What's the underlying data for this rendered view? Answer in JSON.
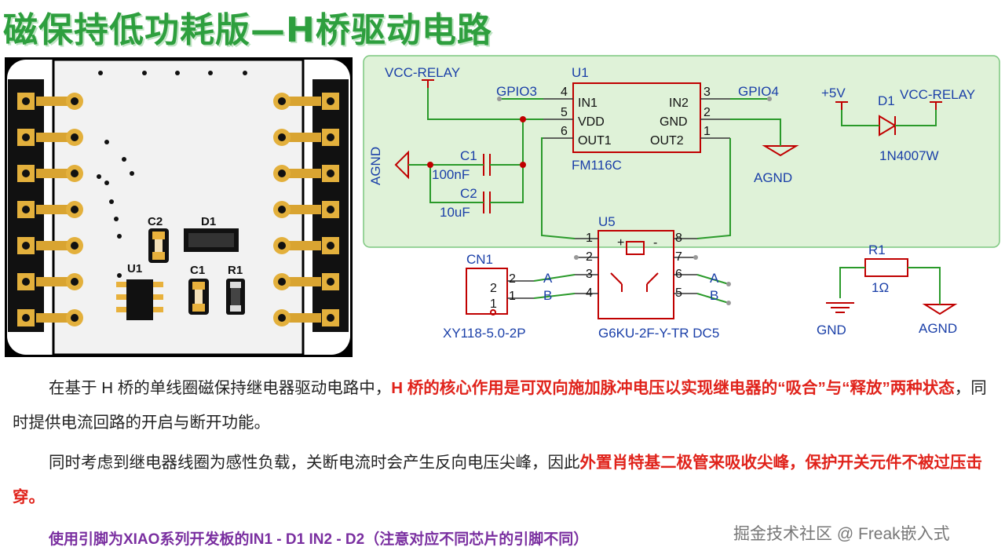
{
  "title": "磁保持低功耗版—H桥驱动电路",
  "pcb": {
    "labels": {
      "c2": "C2",
      "d1": "D1",
      "u1": "U1",
      "c1": "C1",
      "r1": "R1"
    }
  },
  "schematic": {
    "vcc_relay_left": "VCC-RELAY",
    "u1_ref": "U1",
    "u1_part": "FM116C",
    "gpio3": "GPIO3",
    "gpio4": "GPIO4",
    "pin_in1": "IN1",
    "pin_vdd": "VDD",
    "pin_out1": "OUT1",
    "pin_in2": "IN2",
    "pin_gnd": "GND",
    "pin_out2": "OUT2",
    "pn4": "4",
    "pn5": "5",
    "pn6": "6",
    "pn3": "3",
    "pn2": "2",
    "pn1": "1",
    "agnd_left": "AGND",
    "agnd_mid": "AGND",
    "c1_ref": "C1",
    "c1_val": "100nF",
    "c2_ref": "C2",
    "c2_val": "10uF",
    "plus5v": "+5V",
    "d1_ref": "D1",
    "vcc_relay_right": "VCC-RELAY",
    "d1_part": "1N4007W",
    "u5_ref": "U5",
    "u5_part": "G6KU-2F-Y-TR DC5",
    "u5_plus": "+",
    "u5_minus": "-",
    "u5p1": "1",
    "u5p2": "2",
    "u5p3": "3",
    "u5p4": "4",
    "u5p5": "5",
    "u5p6": "6",
    "u5p7": "7",
    "u5p8": "8",
    "cn1_ref": "CN1",
    "cn1_part": "XY118-5.0-2P",
    "cn1p2": "2",
    "cn1p1": "1",
    "cn1_a": "A",
    "cn1_b": "B",
    "relay_a": "A",
    "relay_b": "B",
    "r1_ref": "R1",
    "r1_val": "1Ω",
    "gnd": "GND",
    "agnd_right": "AGND"
  },
  "para1": {
    "normal": "在基于 H 桥的单线圈磁保持继电器驱动电路中，",
    "bold": "H 桥的核心作用是可双向施加脉冲电压以实现继电器的“吸合”与“释放”两种状态",
    "rest": "，同时提供电流回路的开启与断开功能。"
  },
  "para2": {
    "normal": "同时考虑到继电器线圈为感性负载，关断电流时会产生反向电压尖峰，因此",
    "bold": "外置肖特基二极管来吸收尖峰，保护开关元件不被过压击穿。"
  },
  "note": "使用引脚为XIAO系列开发板的IN1 - D1 IN2 - D2（注意对应不同芯片的引脚不同）",
  "watermark": "掘金技术社区 @ Freak嵌入式",
  "colors": {
    "title": "#2e9f3e",
    "highlight": "#e0231b",
    "note": "#7a2fa0",
    "schematic_bg": "#dff2d8"
  }
}
